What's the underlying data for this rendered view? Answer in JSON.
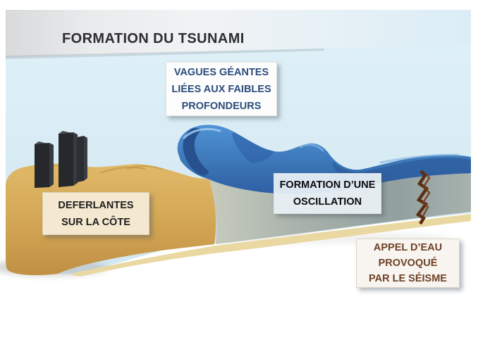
{
  "title": "FORMATION DU TSUNAMI",
  "callouts": {
    "vagues": {
      "lines": [
        "VAGUES GÉANTES",
        "LIÉES AUX FAIBLES",
        "PROFONDEURS"
      ]
    },
    "deferlantes": {
      "lines": [
        "DEFERLANTES",
        "SUR LA CÔTE"
      ]
    },
    "oscillation": {
      "lines": [
        "FORMATION D’UNE",
        "OSCILLATION"
      ]
    },
    "appel": {
      "lines": [
        "APPEL D’EAU",
        "PROVOQUÉ",
        "PAR LE SÉISME"
      ]
    }
  },
  "scene": {
    "icons": [
      "tsunami-wave-icon",
      "breaking-wave-curl-icon",
      "coast-sand-icon",
      "city-towers-icon",
      "ocean-surface-icon",
      "seabed-sediment-icon",
      "seafloor-sand-icon",
      "seismic-fault-crack-icon"
    ]
  },
  "colors": {
    "sky": "#d9ecf5",
    "band_left": "#d7d9da",
    "band_mid": "#f1f3f4",
    "sand": "#d2a554",
    "sand_light": "#e0b968",
    "sand_dark": "#c09043",
    "water": "#3a74b5",
    "water_dark": "#2d5c9e",
    "water_deep": "#27518e",
    "water_highlight": "#a3cbf0",
    "sediment_light": "#c7cbbd",
    "sediment_dark": "#91a09f",
    "seafloor": "#ead8a2",
    "building": "#26282b",
    "building_side": "#383c40",
    "crack": "#5c2e14",
    "crack_light": "#733c1d",
    "title_text": "#2e2e30",
    "vagues_text": "#2b4d7c",
    "deferlantes_bg": "#f4e9d0",
    "oscillation_text": "#0c0c0c",
    "appel_text": "#6f4026"
  }
}
